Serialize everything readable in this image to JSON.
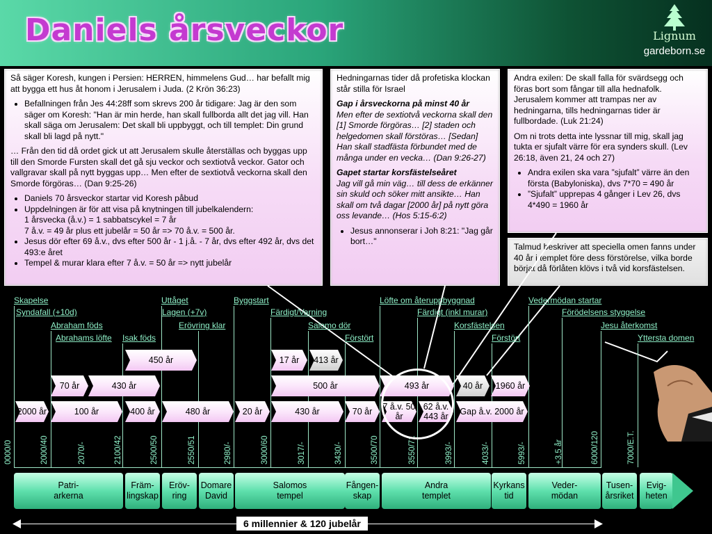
{
  "title": "Daniels årsveckor",
  "logo": {
    "brand": "Lignum",
    "site": "gardeborn.se",
    "icon": "pine-tree-icon"
  },
  "box1": {
    "p1": "Så säger Koresh, kungen i Persien: HERREN, himmelens Gud… har befallt mig att bygga ett hus åt honom i Jerusalem i Juda. (2 Krön 36:23)",
    "li1": "Befallningen från Jes 44:28ff som skrevs 200 år tidigare: Jag är den som säger om Koresh: \"Han är min herde, han skall fullborda allt det jag vill. Han skall säga om Jerusalem: Det skall bli uppbyggt, och till templet: Din grund skall bli lagd på nytt.\"",
    "p2": "… Från den tid då ordet gick ut att Jerusalem skulle återställas och byggas upp till den Smorde Fursten skall det gå sju veckor och sextiotvå veckor. Gator och vallgravar skall på nytt byggas upp… Men efter de sextiotvå veckorna skall den Smorde förgöras… (Dan 9:25-26)",
    "li2": "Daniels 70 årsveckor startar vid Koresh påbud",
    "li3": "Uppdelningen är för att visa på knytningen till jubelkalendern:\n1 årsvecka (å.v.) = 1 sabbatscykel = 7 år\n7 å.v. = 49 år plus ett jubelår = 50 år => 70 å.v. = 500 år.",
    "li4": "Jesus dör efter 69 å.v., dvs efter 500 år - 1 j.å. - 7 år, dvs  efter 492 år, dvs det 493:e året",
    "li5": "Tempel & murar klara efter 7 å.v. = 50 år => nytt jubelår"
  },
  "box2": {
    "p1": "Hedningarnas tider då profetiska klockan står stilla för Israel",
    "h2": "Gap i årsveckorna på minst 40 år",
    "p2": "Men efter de sextiotvå veckorna skall den [1] Smorde förgöras… [2] staden och helgedomen skall förstöras… [Sedan] Han skall stadfästa förbundet med de många under en vecka… (Dan 9:26-27)",
    "h3": "Gapet startar korsfästelseåret",
    "p3": "Jag vill gå min väg… till dess de erkänner sin skuld och söker mitt ansikte… Han skall om två dagar [2000 år] på nytt göra oss levande… (Hos 5:15-6:2)",
    "li1": "Jesus annonserar i Joh 8:21: \"Jag går bort…\""
  },
  "box3": {
    "p1": "Andra exilen: De skall falla för svärdsegg och föras bort som fångar till alla hednafolk. Jerusalem kommer att trampas ner av hedningarna, tills hedningarnas tider är fullbordade. (Luk 21:24)",
    "p2": "Om ni trots detta inte lyssnar till mig, skall jag tukta er sjufalt värre för era synders skull. (Lev 26:18, även 21, 24 och 27)",
    "li1": "Andra exilen ska vara ”sjufalt” värre än den första (Babyloniska), dvs 7*70  =  490 år",
    "li2": "”Sjufalt” upprepas 4 gånger i Lev 26, dvs 4*490 = 1960 år"
  },
  "box4": {
    "text": "Talmud beskriver att speciella omen fanns under 40 år i templet före dess förstörelse, vilka borde börjat då förlåten klövs i två vid korsfästelsen."
  },
  "events": [
    {
      "label": "Skapelse"
    },
    {
      "label": "Syndafall (+10d)"
    },
    {
      "label": "Abraham föds"
    },
    {
      "label": "Abrahams löfte"
    },
    {
      "label": "Isak föds"
    },
    {
      "label": "Uttåget"
    },
    {
      "label": "Lagen (+7v)"
    },
    {
      "label": "Erövring klar"
    },
    {
      "label": "Byggstart"
    },
    {
      "label": "Färdigt/Varning"
    },
    {
      "label": "Salomo dör"
    },
    {
      "label": "Förstört"
    },
    {
      "label": "Löfte om återuppbyggnad"
    },
    {
      "label": "Färdigt (inkl murar)"
    },
    {
      "label": "Korsfästelsen"
    },
    {
      "label": "Förstört"
    },
    {
      "label": "Vedermödan startar"
    },
    {
      "label": "Förödelsens styggelse"
    },
    {
      "label": "Jesu återkomst"
    },
    {
      "label": "Yttersta domen"
    }
  ],
  "segments": [
    {
      "text": "450 år"
    },
    {
      "text": "17 år"
    },
    {
      "text": "413 år"
    },
    {
      "text": "70 år"
    },
    {
      "text": "430 år"
    },
    {
      "text": "500 år"
    },
    {
      "text": "493 år"
    },
    {
      "text": "40 år"
    },
    {
      "text": "1960 år"
    },
    {
      "text": "2000 år"
    },
    {
      "text": "100 år"
    },
    {
      "text": "400 år"
    },
    {
      "text": "480 år"
    },
    {
      "text": "20 år"
    },
    {
      "text": "430 år"
    },
    {
      "text": "70 år"
    },
    {
      "text": "7 å.v. 50 år"
    },
    {
      "text": "62 å.v. 443 år"
    },
    {
      "text": "Gap å.v. 2000 år"
    }
  ],
  "years": [
    "0000/0",
    "2000/40",
    "2070/-",
    "2100/42",
    "2500/50",
    "2550/51",
    "2980/-",
    "3000/60",
    "3017/-",
    "3430/-",
    "3500/70",
    "3550/71",
    "3993/-",
    "4033/-",
    "5993/-",
    "+3,5 år",
    "6000/120",
    "7000/E.T."
  ],
  "eras": [
    {
      "text": "Patri-\narkerna"
    },
    {
      "text": "Främ-\nlingskap"
    },
    {
      "text": "Eröv-\nring"
    },
    {
      "text": "Domare\nDavid"
    },
    {
      "text": "Salomos\ntempel"
    },
    {
      "text": "Fången-\nskap"
    },
    {
      "text": "Andra\ntemplet"
    },
    {
      "text": "Kyrkans\ntid"
    },
    {
      "text": "Veder-\nmödan"
    },
    {
      "text": "Tusen-\nårsriket"
    },
    {
      "text": "Evig-\nheten"
    }
  ],
  "footer": "6 millennier & 120 jubelår",
  "colors": {
    "title": "#c43ad0",
    "timeline_lines": "#9fe8c8",
    "labels": "#8ff0c8",
    "era_green": "#5fe0ad"
  }
}
